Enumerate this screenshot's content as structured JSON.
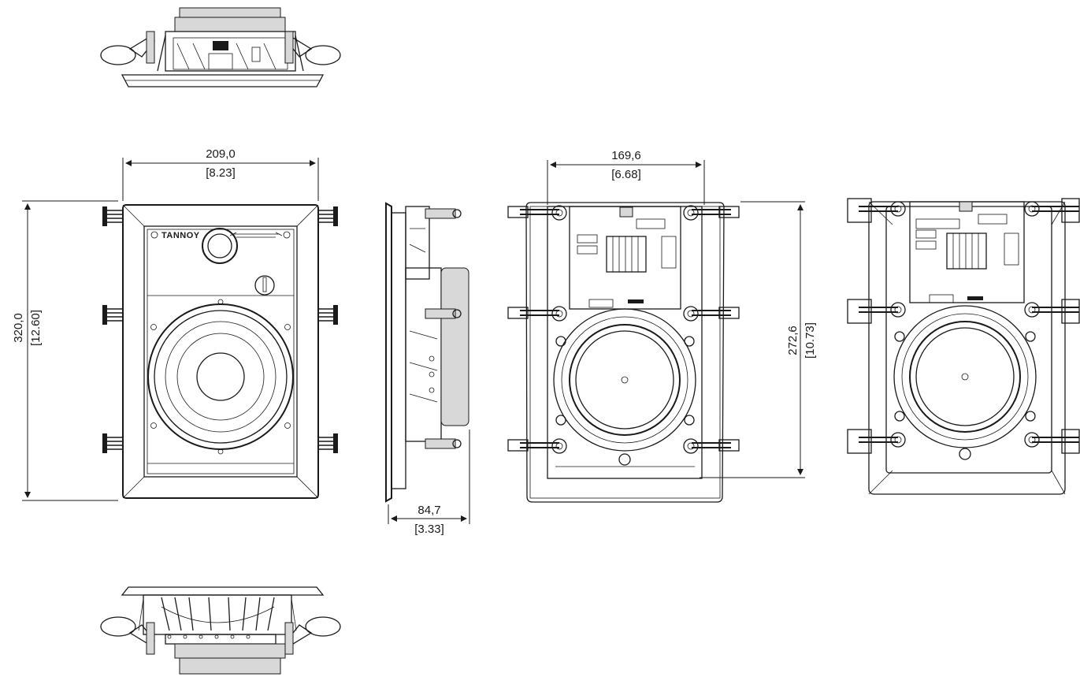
{
  "brand": "TANNOY",
  "dimensions": {
    "front_width_mm": "209,0",
    "front_width_in": "[8.23]",
    "front_height_mm": "320,0",
    "front_height_in": "[12.60]",
    "depth_mm": "84,7",
    "depth_in": "[3.33]",
    "cutout_width_mm": "169,6",
    "cutout_width_in": "[6.68]",
    "cutout_height_mm": "272,6",
    "cutout_height_in": "[10.73]"
  },
  "colors": {
    "line": "#1a1a1a",
    "fill": "#d8d8d8",
    "background": "#ffffff"
  }
}
